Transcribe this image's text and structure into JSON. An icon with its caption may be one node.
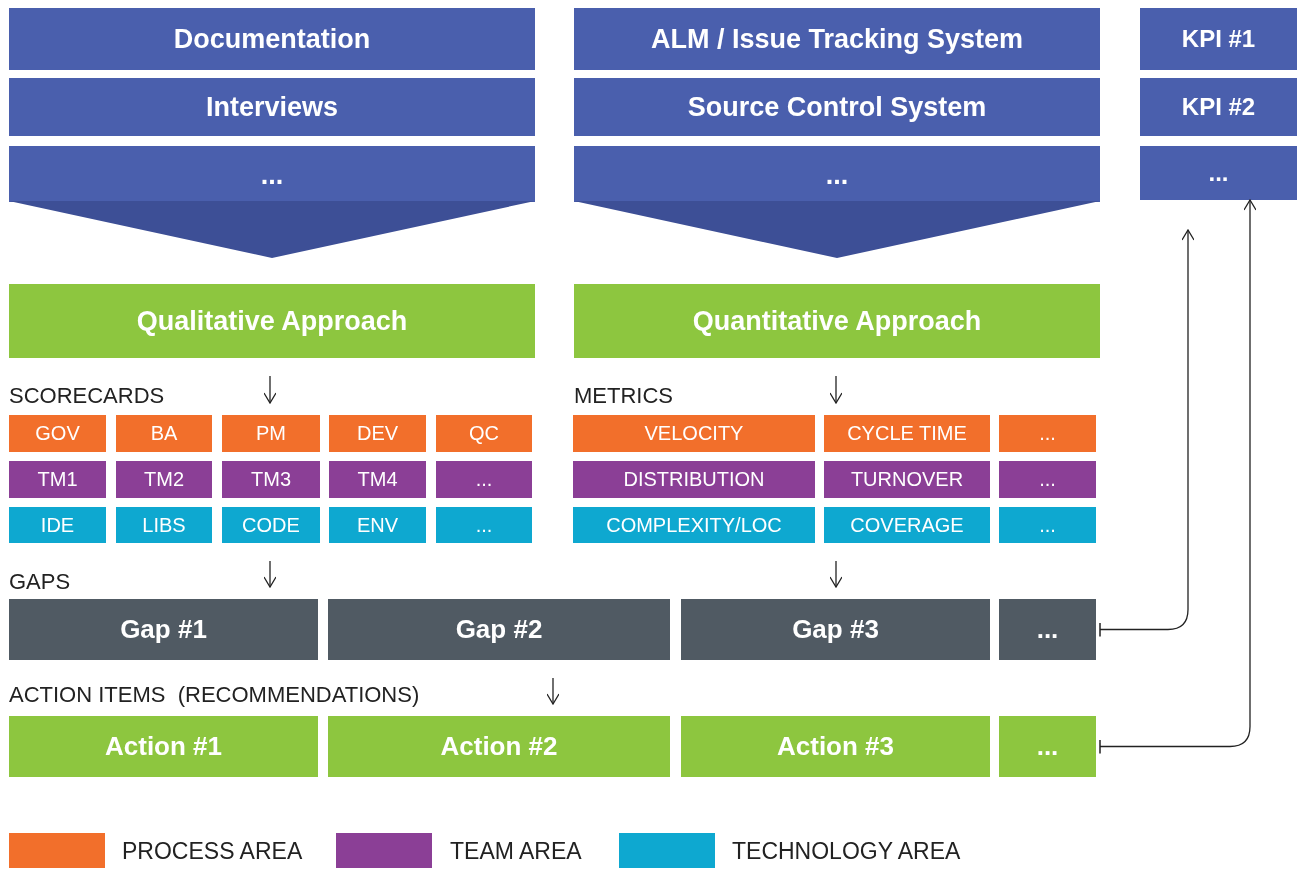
{
  "diagram": {
    "nodes": [
      {
        "text": [
          "Documentation"
        ]
      },
      {
        "text": [
          "Interviews"
        ]
      },
      {
        "text": [
          "..."
        ]
      },
      {
        "text": [
          "ALM / Issue Tracking System"
        ]
      },
      {
        "text": [
          "Source Control System"
        ]
      },
      {
        "text": [
          "..."
        ]
      },
      {
        "text": [
          "KPI #1"
        ]
      },
      {
        "text": [
          "KPI #2"
        ]
      },
      {
        "text": [
          "..."
        ]
      },
      {
        "text": [
          "Qualitative Approach"
        ]
      },
      {
        "text": [
          "Quantitative Approach"
        ]
      },
      {
        "text": [
          "GOV"
        ]
      },
      {
        "text": [
          "BA"
        ]
      },
      {
        "text": [
          "PM"
        ]
      },
      {
        "text": [
          "DEV"
        ]
      },
      {
        "text": [
          "QC"
        ]
      },
      {
        "text": [
          "TM1"
        ]
      },
      {
        "text": [
          "TM2"
        ]
      },
      {
        "text": [
          "TM3"
        ]
      },
      {
        "text": [
          "TM4"
        ]
      },
      {
        "text": [
          "..."
        ]
      },
      {
        "text": [
          "IDE"
        ]
      },
      {
        "text": [
          "LIBS"
        ]
      },
      {
        "text": [
          "CODE"
        ]
      },
      {
        "text": [
          "ENV"
        ]
      },
      {
        "text": [
          "..."
        ]
      },
      {
        "text": [
          "VELOCITY"
        ]
      },
      {
        "text": [
          "CYCLE TIME"
        ]
      },
      {
        "text": [
          "..."
        ]
      },
      {
        "text": [
          "DISTRIBUTION"
        ]
      },
      {
        "text": [
          "TURNOVER"
        ]
      },
      {
        "text": [
          "..."
        ]
      },
      {
        "text": [
          "COMPLEXITY/LOC"
        ]
      },
      {
        "text": [
          "COVERAGE"
        ]
      },
      {
        "text": [
          "..."
        ]
      },
      {
        "text": [
          "Gap #1"
        ]
      },
      {
        "text": [
          "Gap #2"
        ]
      },
      {
        "text": [
          "Gap #3"
        ]
      },
      {
        "text": [
          "..."
        ]
      },
      {
        "text": [
          "Action #1"
        ]
      },
      {
        "text": [
          "Action #2"
        ]
      },
      {
        "text": [
          "Action #3"
        ]
      },
      {
        "text": [
          "..."
        ]
      }
    ],
    "edges": [
      {
        "from": 9,
        "to": 13,
        "arrow": "to"
      },
      {
        "from": 10,
        "to": 27,
        "arrow": "to"
      },
      {
        "from": 23,
        "to": 35,
        "arrow": "to"
      },
      {
        "from": 33,
        "to": 37,
        "arrow": "to"
      },
      {
        "from": 36,
        "to": 40,
        "arrow": "to"
      },
      {
        "from": 38,
        "to": 8,
        "arrow": "to"
      },
      {
        "from": 42,
        "to": 8,
        "arrow": "to"
      }
    ],
    "labels": [
      "SCORECARDS",
      "METRICS",
      "GAPS",
      "ACTION ITEMS  (RECOMMENDATIONS)"
    ],
    "legend": [
      {
        "text": "PROCESS AREA",
        "color": "#f26f2b"
      },
      {
        "text": "TEAM AREA",
        "color": "#8b3f96"
      },
      {
        "text": "TECHNOLOGY AREA",
        "color": "#0ea8d0"
      }
    ]
  }
}
